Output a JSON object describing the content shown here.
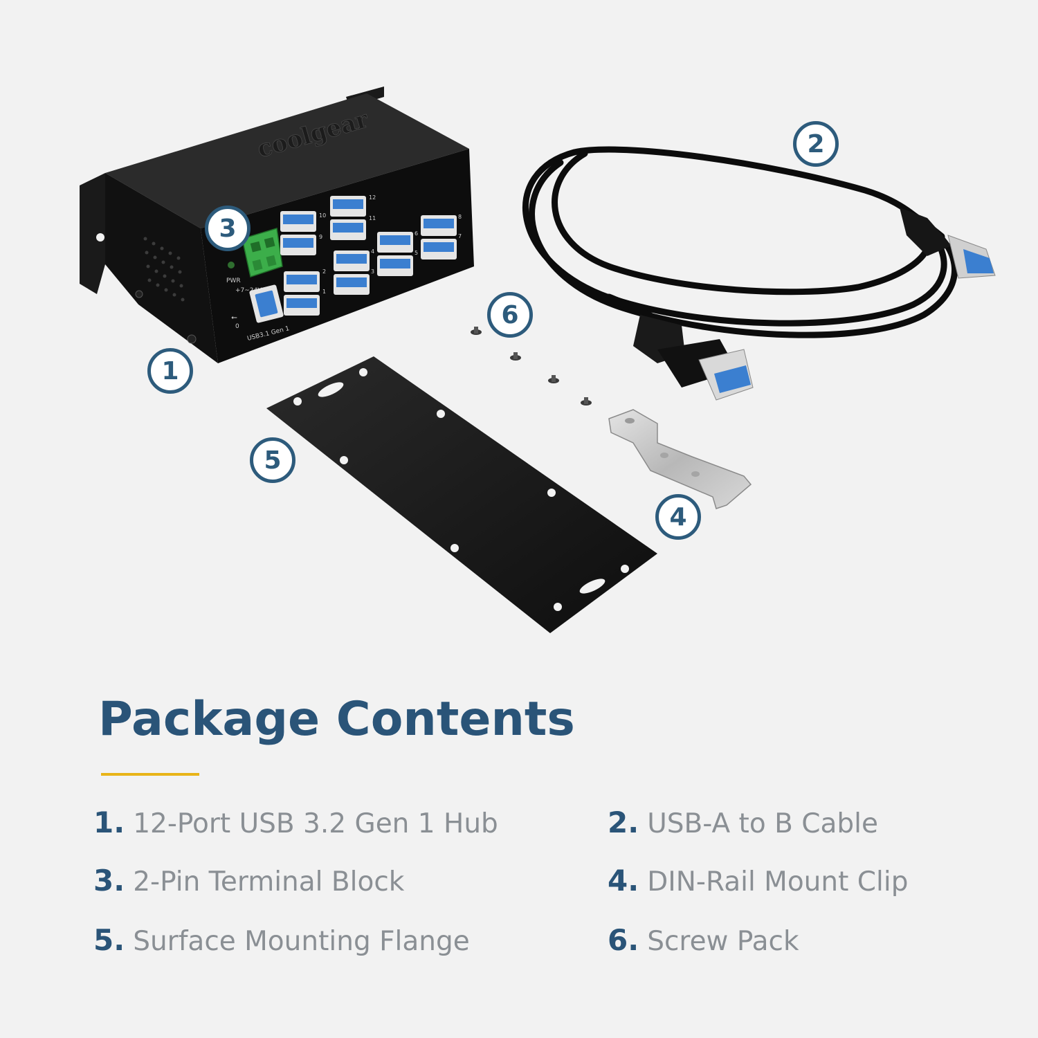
{
  "hub": {
    "brand": "coolgear",
    "power_label": "PWR",
    "voltage_label": "+7~24V",
    "upstream_port_label": "USB3.1 Gen 1",
    "upstream_port_number": "0",
    "port_numbers": [
      "10",
      "9",
      "12",
      "11",
      "2",
      "1",
      "4",
      "3",
      "6",
      "5",
      "8",
      "7"
    ]
  },
  "callouts": [
    "1",
    "2",
    "3",
    "4",
    "5",
    "6"
  ],
  "title": "Package Contents",
  "items": [
    {
      "num": "1.",
      "label": "12-Port USB 3.2 Gen 1 Hub"
    },
    {
      "num": "2.",
      "label": "USB-A to B Cable"
    },
    {
      "num": "3.",
      "label": "2-Pin Terminal Block"
    },
    {
      "num": "4.",
      "label": "DIN-Rail Mount Clip"
    },
    {
      "num": "5.",
      "label": "Surface Mounting Flange"
    },
    {
      "num": "6.",
      "label": "Screw Pack"
    }
  ],
  "colors": {
    "accent_blue": "#2a5478",
    "accent_gold": "#e8b418",
    "usb_blue": "#3b7fd0",
    "terminal_green": "#3cae4a",
    "text_gray": "#8a8f94"
  }
}
